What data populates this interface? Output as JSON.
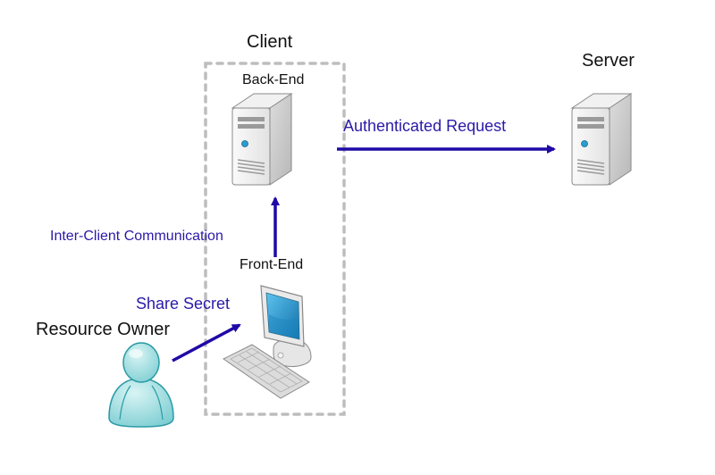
{
  "diagram": {
    "groups": {
      "client": {
        "label": "Client"
      }
    },
    "nodes": {
      "back_end": {
        "label": "Back-End",
        "icon": "server-tower-icon"
      },
      "front_end": {
        "label": "Front-End",
        "icon": "desktop-computer-icon"
      },
      "server": {
        "label": "Server",
        "icon": "server-tower-icon"
      },
      "resource_owner": {
        "label": "Resource Owner",
        "icon": "user-person-icon"
      }
    },
    "edges": {
      "authenticated_request": {
        "label": "Authenticated Request",
        "from": "Back-End",
        "to": "Server"
      },
      "inter_client": {
        "label": "Inter-Client Communication",
        "from": "Front-End",
        "to": "Back-End"
      },
      "share_secret": {
        "label": "Share Secret",
        "from": "Resource Owner",
        "to": "Front-End"
      }
    },
    "colors": {
      "arrow": "#1f0aa6",
      "edge_label": "#2a1aa8",
      "node_label": "#111111",
      "group_border": "#bdbdbd",
      "person": "#8fd3d6"
    }
  }
}
